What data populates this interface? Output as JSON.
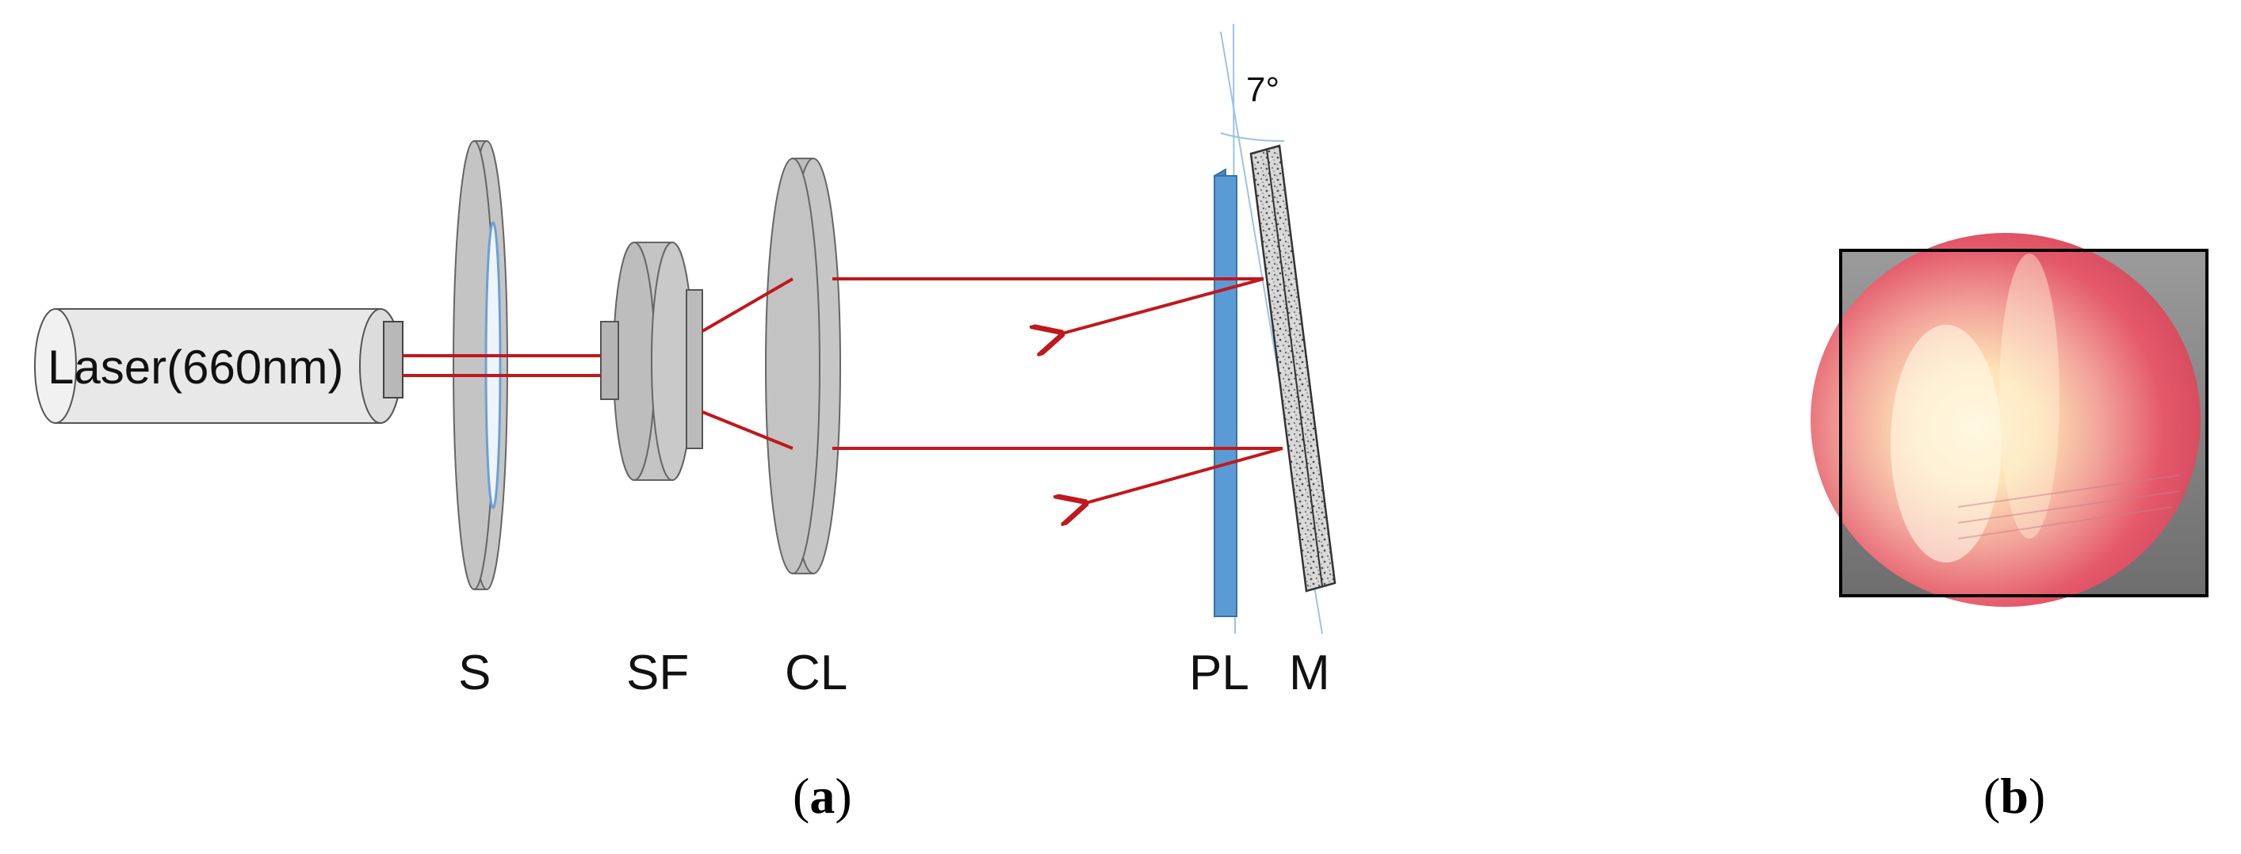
{
  "diagram": {
    "laser_label": "Laser(660nm)",
    "component_labels": {
      "s": "S",
      "sf": "SF",
      "cl": "CL",
      "pl": "PL",
      "m": "M"
    },
    "angle_label": "7°",
    "caption_a_open": "(",
    "caption_a_letter": "a",
    "caption_a_close": ")",
    "caption_b_open": "(",
    "caption_b_letter": "b",
    "caption_b_close": ")",
    "colors": {
      "beam": "#c0181c",
      "component_gray": "#bfbfbf",
      "component_edge": "#6b6b6b",
      "laser_body": "#e6e6e6",
      "plate": "#5b9bd5",
      "guide_line": "#9cc3e6"
    }
  }
}
